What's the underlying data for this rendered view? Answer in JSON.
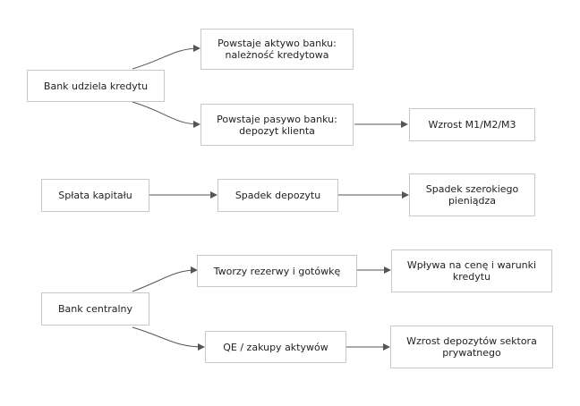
{
  "nodes": {
    "bank_credit": "Bank udziela kredytu",
    "asset": "Powstaje aktywo banku: należność kredytowa",
    "liability": "Powstaje pasywo banku: depozyt klienta",
    "m_growth": "Wzrost M1/M2/M3",
    "repayment": "Spłata kapitału",
    "deposit_drop": "Spadek depozytu",
    "broad_money_drop": "Spadek szerokiego pieniądza",
    "central_bank": "Bank centralny",
    "reserves": "Tworzy rezerwy i gotówkę",
    "price_impact": "Wpływa na cenę i warunki kredytu",
    "qe": "QE / zakupy aktywów",
    "private_deposits": "Wzrost depozytów sektora prywatnego"
  }
}
